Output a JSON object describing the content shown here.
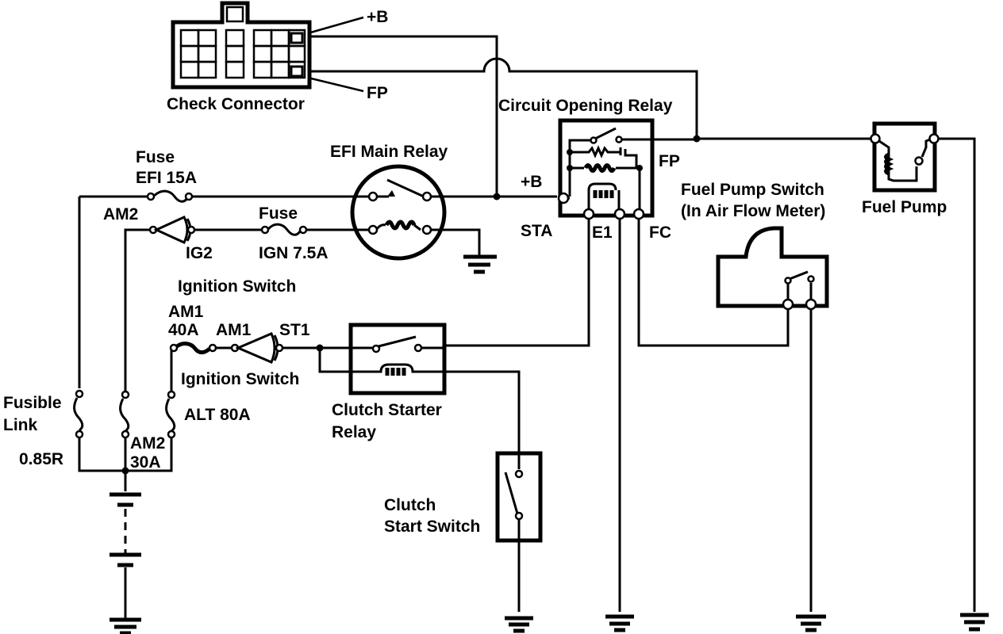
{
  "diagram": {
    "type": "wiring-schematic",
    "colors": {
      "line": "#000000",
      "background": "#ffffff"
    },
    "components": {
      "check_connector": {
        "label": "Check Connector",
        "pins": {
          "plus_b": "+B",
          "fp": "FP"
        }
      },
      "circuit_opening_relay": {
        "label": "Circuit Opening Relay",
        "terminals": {
          "plus_b": "+B",
          "fp": "FP",
          "sta": "STA",
          "e1": "E1",
          "fc": "FC"
        }
      },
      "fuel_pump_switch": {
        "label_line1": "Fuel Pump Switch",
        "label_line2": "(In Air Flow Meter)"
      },
      "fuel_pump": {
        "label": "Fuel Pump"
      },
      "efi_main_relay": {
        "label": "EFI Main Relay"
      },
      "fuse_efi": {
        "label_line1": "Fuse",
        "label_line2": "EFI 15A"
      },
      "fuse_ign": {
        "label_line1": "Fuse",
        "label_line2": "IGN 7.5A"
      },
      "ignition_switch_upper": {
        "label": "Ignition Switch",
        "in": "AM2",
        "out": "IG2"
      },
      "ignition_switch_lower": {
        "label": "Ignition Switch",
        "in": "AM1",
        "out": "ST1"
      },
      "fuse_am1": {
        "label_line1": "AM1",
        "label_line2": "40A"
      },
      "clutch_starter_relay": {
        "label_line1": "Clutch Starter",
        "label_line2": "Relay"
      },
      "clutch_start_switch": {
        "label_line1": "Clutch",
        "label_line2": "Start Switch"
      },
      "fusible_links": {
        "label_line1": "Fusible",
        "label_line2": "Link",
        "link_085r": "0.85R",
        "link_am2_line1": "AM2",
        "link_am2_line2": "30A",
        "link_alt": "ALT 80A"
      },
      "battery": {
        "label": ""
      }
    }
  }
}
